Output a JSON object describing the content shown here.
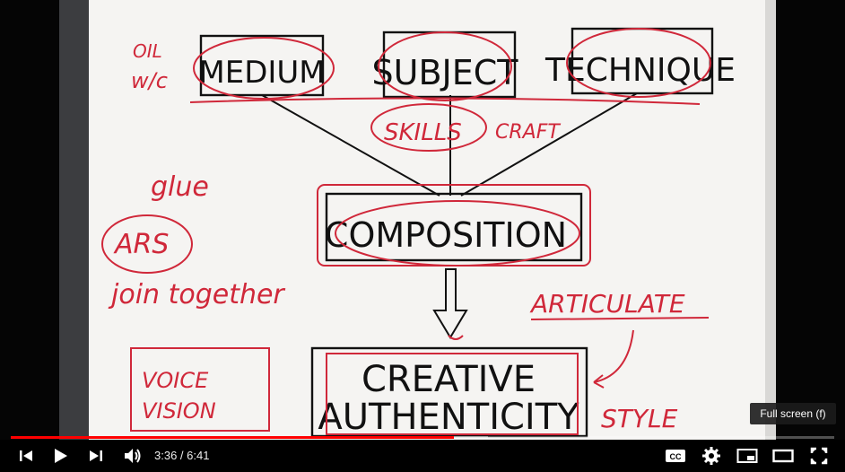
{
  "board": {
    "boxes": {
      "medium": "MEDIUM",
      "subject": "SUBJECT",
      "technique": "TECHNIQUE",
      "composition": "COMPOSITION",
      "creative_line1": "CREATIVE",
      "creative_line2": "AUTHENTICITY"
    },
    "notes": {
      "oil": "OIL",
      "wc": "w/c",
      "skills": "SKILLS",
      "craft": "CRAFT",
      "glue": "glue",
      "ars": "ARS",
      "join": "join together",
      "articulate": "ARTICULATE",
      "voice": "VOICE",
      "vision": "VISION",
      "style": "STYLE"
    },
    "colors": {
      "ink": "#111111",
      "red": "#d0283a"
    }
  },
  "player": {
    "time": "3:36 / 6:41",
    "progress_fraction": 0.538,
    "loaded_fraction": 0.58,
    "fullscreen_tooltip": "Full screen (f)",
    "cc_label": "CC",
    "accent": "#ff0000"
  }
}
